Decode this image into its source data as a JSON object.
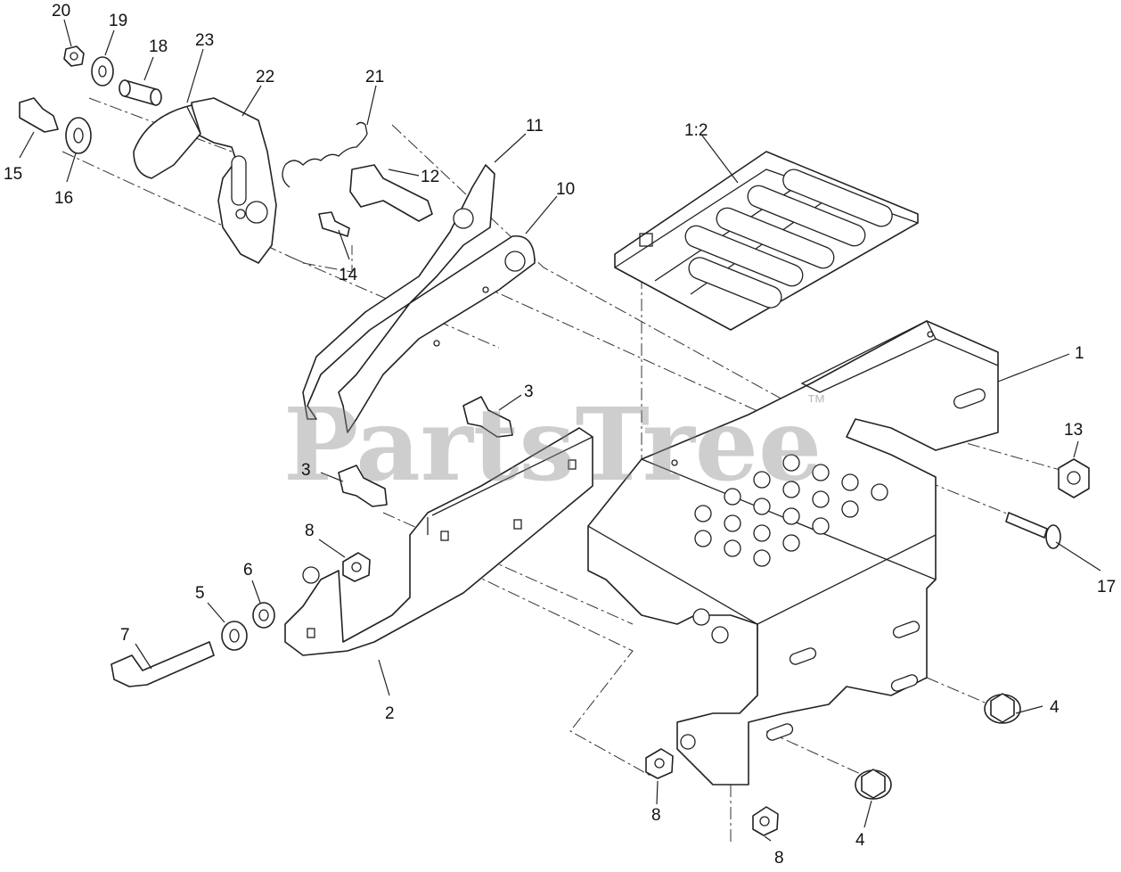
{
  "watermark": {
    "brand": "PartsTree",
    "tm": "™"
  },
  "callouts": [
    {
      "id": "c1",
      "text": "1"
    },
    {
      "id": "c1_2",
      "text": "1:2"
    },
    {
      "id": "c2",
      "text": "2"
    },
    {
      "id": "c3a",
      "text": "3"
    },
    {
      "id": "c3b",
      "text": "3"
    },
    {
      "id": "c4a",
      "text": "4"
    },
    {
      "id": "c4b",
      "text": "4"
    },
    {
      "id": "c5",
      "text": "5"
    },
    {
      "id": "c6",
      "text": "6"
    },
    {
      "id": "c7",
      "text": "7"
    },
    {
      "id": "c8a",
      "text": "8"
    },
    {
      "id": "c8b",
      "text": "8"
    },
    {
      "id": "c8c",
      "text": "8"
    },
    {
      "id": "c10",
      "text": "10"
    },
    {
      "id": "c11",
      "text": "11"
    },
    {
      "id": "c12",
      "text": "12"
    },
    {
      "id": "c13",
      "text": "13"
    },
    {
      "id": "c14",
      "text": "14"
    },
    {
      "id": "c15",
      "text": "15"
    },
    {
      "id": "c16",
      "text": "16"
    },
    {
      "id": "c17",
      "text": "17"
    },
    {
      "id": "c18",
      "text": "18"
    },
    {
      "id": "c19",
      "text": "19"
    },
    {
      "id": "c20",
      "text": "20"
    },
    {
      "id": "c21",
      "text": "21"
    },
    {
      "id": "c22",
      "text": "22"
    },
    {
      "id": "c23",
      "text": "23"
    }
  ]
}
